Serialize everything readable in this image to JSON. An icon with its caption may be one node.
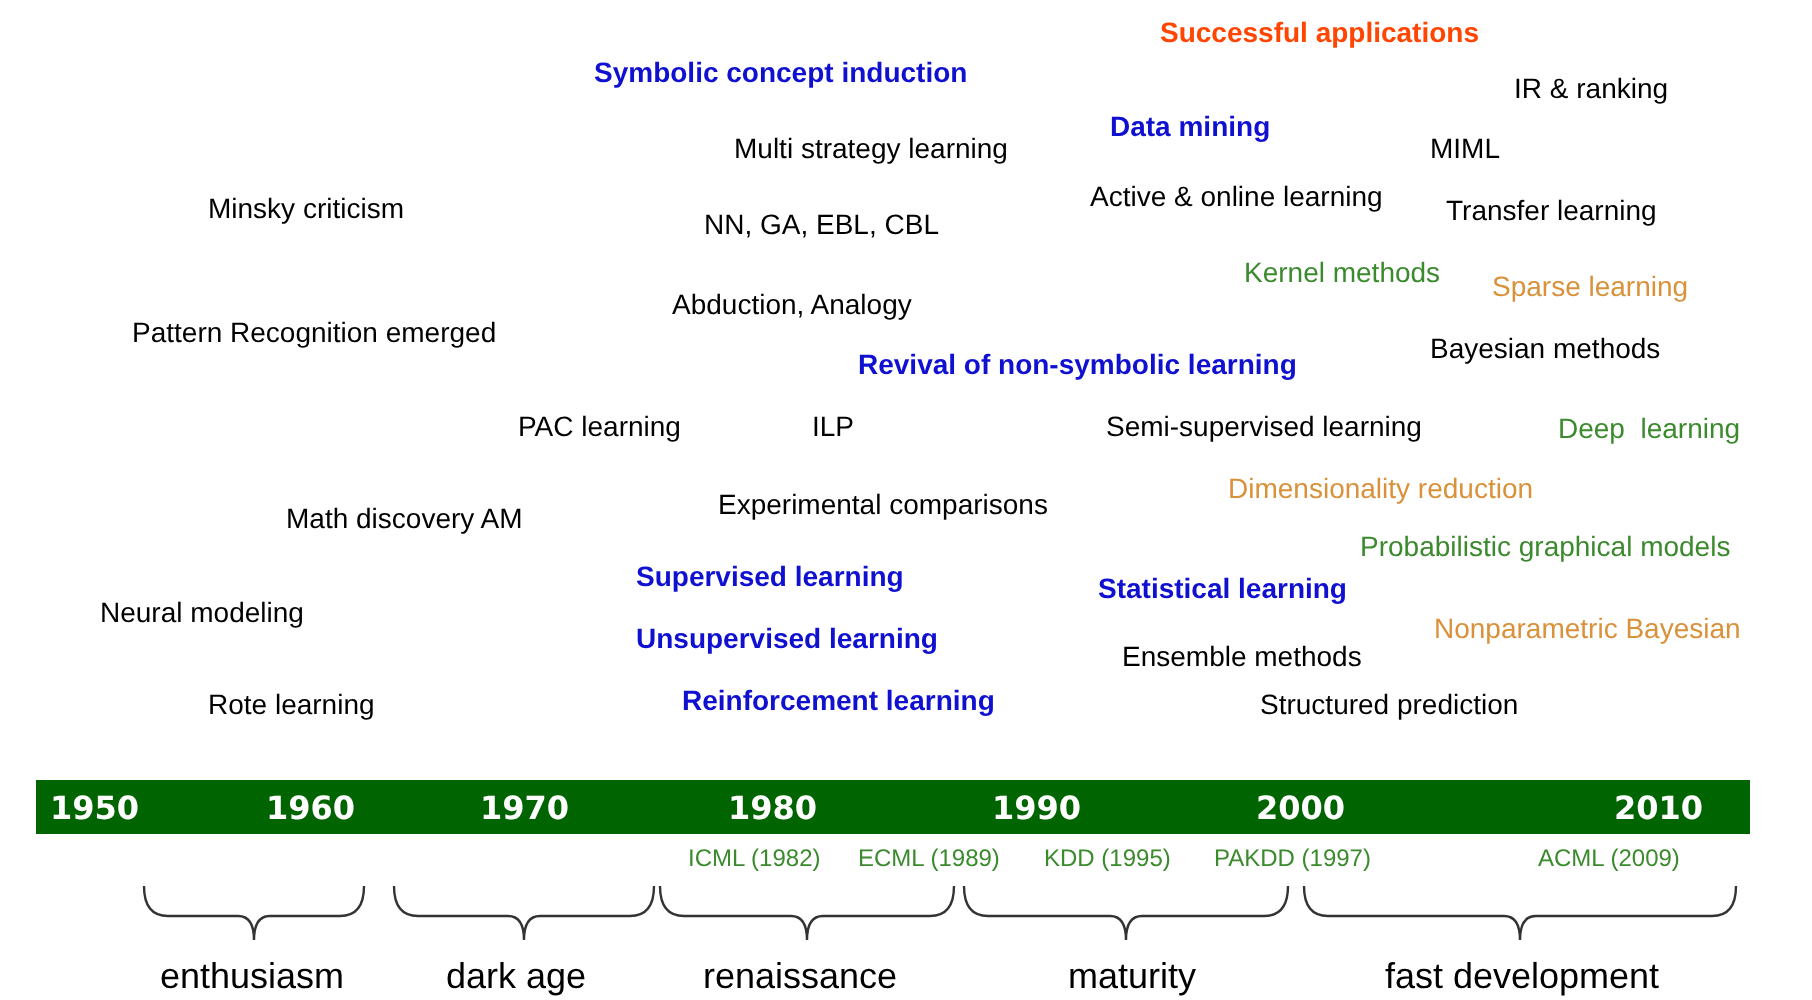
{
  "diagram": {
    "nodes": [
      {
        "text": [
          "1950",
          "1960",
          "1970",
          "1980",
          "1990",
          "2000",
          "2010"
        ]
      }
    ],
    "labels": [
      "Successful applications",
      "Symbolic concept induction",
      "IR & ranking",
      "Data mining",
      "Multi strategy learning",
      "MIML",
      "Minsky criticism",
      "Active & online learning",
      "Transfer learning",
      "NN, GA, EBL, CBL",
      "Kernel methods",
      "Sparse learning",
      "Abduction, Analogy",
      "Pattern Recognition emerged",
      "Bayesian methods",
      "Revival of non-symbolic learning",
      "PAC learning",
      "ILP",
      "Semi-supervised learning",
      "Deep  learning",
      "Dimensionality reduction",
      "Experimental comparisons",
      "Math discovery AM",
      "Probabilistic graphical models",
      "Supervised learning",
      "Statistical learning",
      "Neural modeling",
      "Unsupervised learning",
      "Nonparametric Bayesian",
      "Ensemble methods",
      "Rote learning",
      "Reinforcement learning",
      "Structured prediction",
      "ICML (1982)",
      "ECML (1989)",
      "KDD (1995)",
      "PAKDD (1997)",
      "ACML (2009)",
      "enthusiasm",
      "dark age",
      "renaissance",
      "maturity",
      "fast development"
    ]
  }
}
